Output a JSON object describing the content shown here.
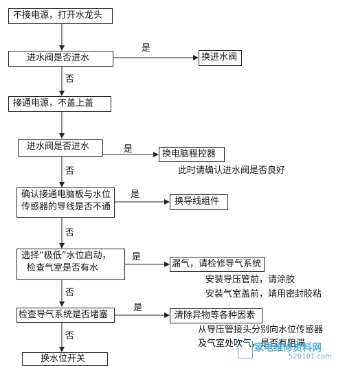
{
  "steps": {
    "s1": "不接电源，打开水龙头",
    "s2": "进水阀是否进水",
    "s3": "接通电源，不盖上盖",
    "s4": "进水阀是否进水",
    "s5_line1": "确认接通电脑板与水位",
    "s5_line2": "传感器的导线是否不通",
    "s6_line1": "选择“极低”水位启动，",
    "s6_line2": "检查气室是否有水",
    "s7": "检查导气系统是否堵塞",
    "s8": "换水位开关"
  },
  "actions": {
    "a1": "换进水阀",
    "a2": "换电脑程控器",
    "a3": "换导线组件",
    "a4": "漏气，请检修导气系统",
    "a5": "清除异物等各种因素"
  },
  "notes": {
    "n2": "此时请确认进水阀是否良好",
    "n4_line1": "安装导压管前，请涂胶",
    "n4_line2": "安装气室盖前，靖用密封胶粘",
    "n5_line1": "从导压管接头分别向水位传感器",
    "n5_line2": "及气室处吹气，是否有阻滞"
  },
  "labels": {
    "yes": "是",
    "no": "否"
  },
  "watermark": {
    "text1": "家电维修资料网",
    "text2": "520101.com"
  }
}
